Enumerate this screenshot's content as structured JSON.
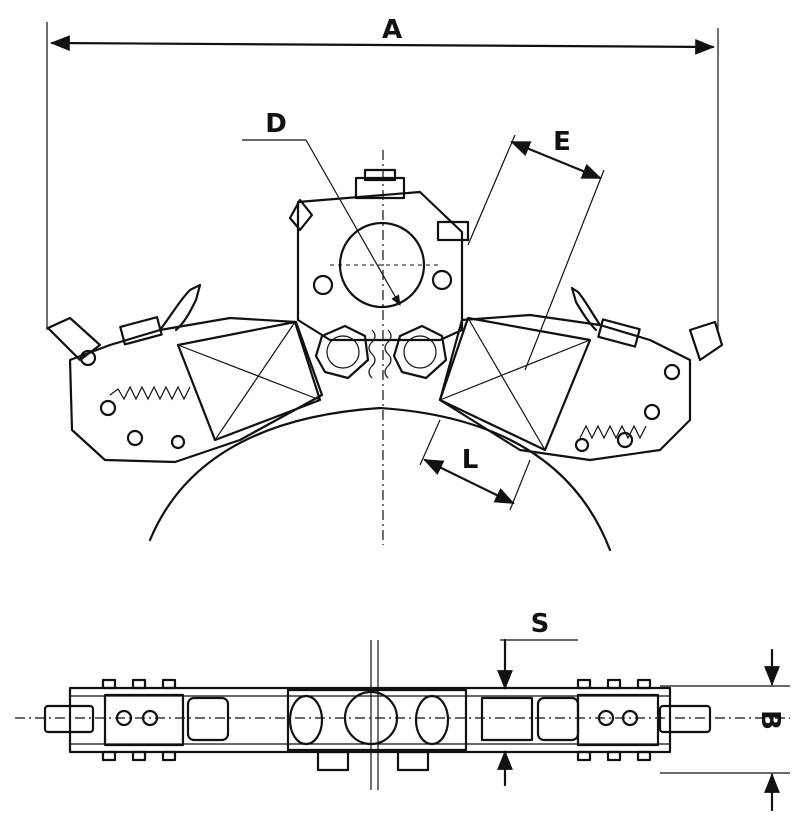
{
  "labels": {
    "overall_width": "A",
    "diameter": "D",
    "dimension_e": "E",
    "dimension_l": "L",
    "section_s": "S",
    "height_b": "B"
  }
}
